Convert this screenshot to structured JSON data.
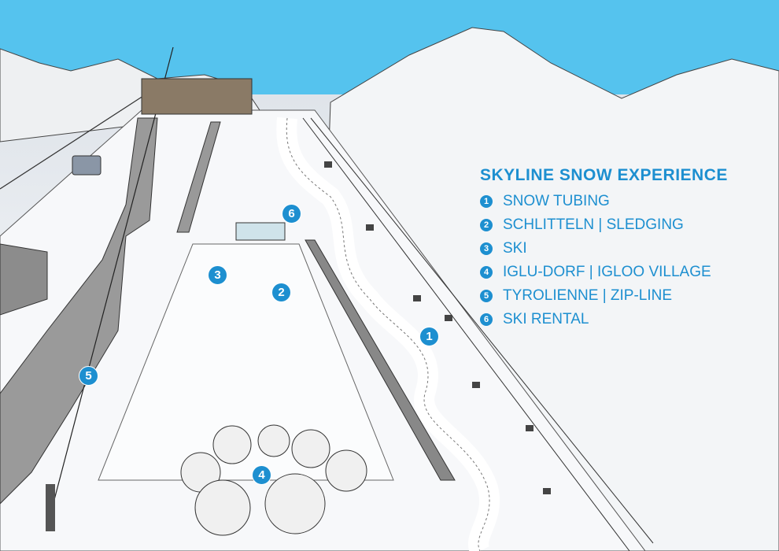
{
  "legend": {
    "title": "SKYLINE SNOW EXPERIENCE",
    "items": [
      {
        "num": "1",
        "label": "SNOW TUBING"
      },
      {
        "num": "2",
        "label": "SCHLITTELN | SLEDGING"
      },
      {
        "num": "3",
        "label": "SKI"
      },
      {
        "num": "4",
        "label": "IGLU-DORF | IGLOO VILLAGE"
      },
      {
        "num": "5",
        "label": "TYROLIENNE | ZIP-LINE"
      },
      {
        "num": "6",
        "label": "SKI RENTAL"
      }
    ]
  },
  "markers": [
    "1",
    "2",
    "3",
    "4",
    "5",
    "6"
  ],
  "colors": {
    "sky": "#55c3ee",
    "accent": "#1d8fd0"
  }
}
